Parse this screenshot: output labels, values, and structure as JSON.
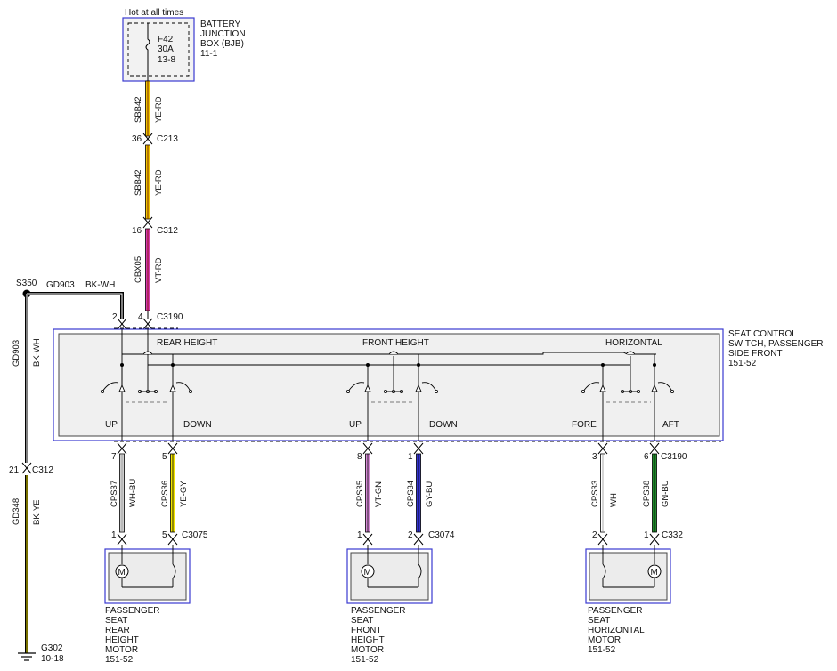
{
  "power": {
    "note": "Hot at all times",
    "fuse": [
      "F42",
      "30A",
      "13-8"
    ],
    "bjb_label": [
      "BATTERY",
      "JUNCTION",
      "BOX (BJB)",
      "11-1"
    ]
  },
  "feed": {
    "circuit1": "SBB42",
    "color1": "YE-RD",
    "c213_pin": "36",
    "c213": "C213",
    "circuit2": "SBB42",
    "color2": "YE-RD",
    "c312_pin": "16",
    "c312": "C312",
    "circuit3": "CBX05",
    "color3": "VT-RD"
  },
  "ground": {
    "splice": "S350",
    "circuit_h": "GD903",
    "color_h": "BK-WH",
    "circuit_v1": "GD903",
    "color_v1": "BK-WH",
    "c312_pin": "21",
    "c312": "C312",
    "circuit_v2": "GD348",
    "color_v2": "BK-YE",
    "g302": [
      "G302",
      "10-18"
    ]
  },
  "c3190_top": {
    "pin_a": "2",
    "pin_b": "4",
    "name": "C3190"
  },
  "switch": {
    "label": [
      "SEAT CONTROL",
      "SWITCH, PASSENGER",
      "SIDE FRONT",
      "151-52"
    ],
    "sections": [
      "REAR HEIGHT",
      "FRONT HEIGHT",
      "HORIZONTAL"
    ],
    "positions": [
      "UP",
      "DOWN",
      "UP",
      "DOWN",
      "FORE",
      "AFT"
    ]
  },
  "wires": [
    {
      "top_pin": "7",
      "circuit": "CPS37",
      "color": "WH-BU",
      "bottom_pin": "1",
      "stripe": "#ffffff",
      "base": "#cfcfcf"
    },
    {
      "top_pin": "5",
      "circuit": "CPS36",
      "color": "YE-GY",
      "bottom_pin": "5",
      "stripe": "#f2e400",
      "base": "#f2e400"
    },
    {
      "top_pin": "8",
      "circuit": "CPS35",
      "color": "VT-GN",
      "bottom_pin": "1",
      "stripe": "#d68ad6",
      "base": "#d68ad6"
    },
    {
      "top_pin": "1",
      "circuit": "CPS34",
      "color": "GY-BU",
      "bottom_pin": "2",
      "stripe": "#3333cc",
      "base": "#3333cc"
    },
    {
      "top_pin": "3",
      "circuit": "CPS33",
      "color": "WH",
      "bottom_pin": "2",
      "stripe": "#ffffff",
      "base": "#ffffff"
    },
    {
      "top_pin": "6",
      "circuit": "CPS38",
      "color": "GN-BU",
      "bottom_pin": "1",
      "stripe": "#1f8a2a",
      "base": "#1f8a2a"
    }
  ],
  "c3190_bottom": "C3190",
  "motor_connectors": [
    "C3075",
    "C3074",
    "C332"
  ],
  "motors": [
    [
      "PASSENGER",
      "SEAT",
      "REAR",
      "HEIGHT",
      "MOTOR",
      "151-52"
    ],
    [
      "PASSENGER",
      "SEAT",
      "FRONT",
      "HEIGHT",
      "MOTOR",
      "151-52"
    ],
    [
      "PASSENGER",
      "SEAT",
      "HORIZONTAL",
      "MOTOR",
      "151-52"
    ]
  ],
  "colors": {
    "box_outline": "#3a3ad0",
    "yellow": "#f2c400",
    "violet": "#d63ab0",
    "ground": "#000000"
  }
}
